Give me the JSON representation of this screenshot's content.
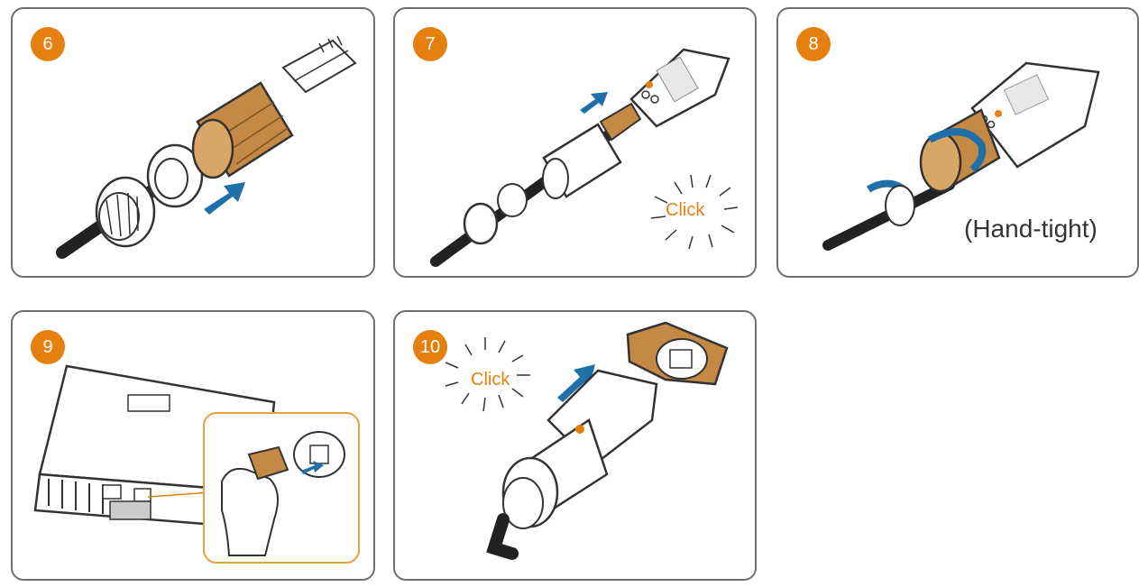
{
  "colors": {
    "accent_orange": "#e5800f",
    "arrow_blue": "#1f6fa8",
    "outline": "#333333",
    "nut_tan": "#c48a45",
    "panel_border": "#6f6f6f"
  },
  "steps": [
    {
      "number": "6",
      "icons": [
        "rj45-plug-icon",
        "cable-nut-icon",
        "arrow-icon"
      ]
    },
    {
      "number": "7",
      "icons": [
        "connector-housing-icon",
        "arrow-icon"
      ],
      "callout": "Click"
    },
    {
      "number": "8",
      "icons": [
        "rotate-arrow-icon"
      ],
      "callout": "(Hand-tight)"
    },
    {
      "number": "9",
      "icons": [
        "inverter-icon",
        "hand-icon",
        "protective-cap-icon"
      ]
    },
    {
      "number": "10",
      "icons": [
        "connector-assembly-icon",
        "arrow-icon"
      ],
      "callout": "Click"
    }
  ]
}
